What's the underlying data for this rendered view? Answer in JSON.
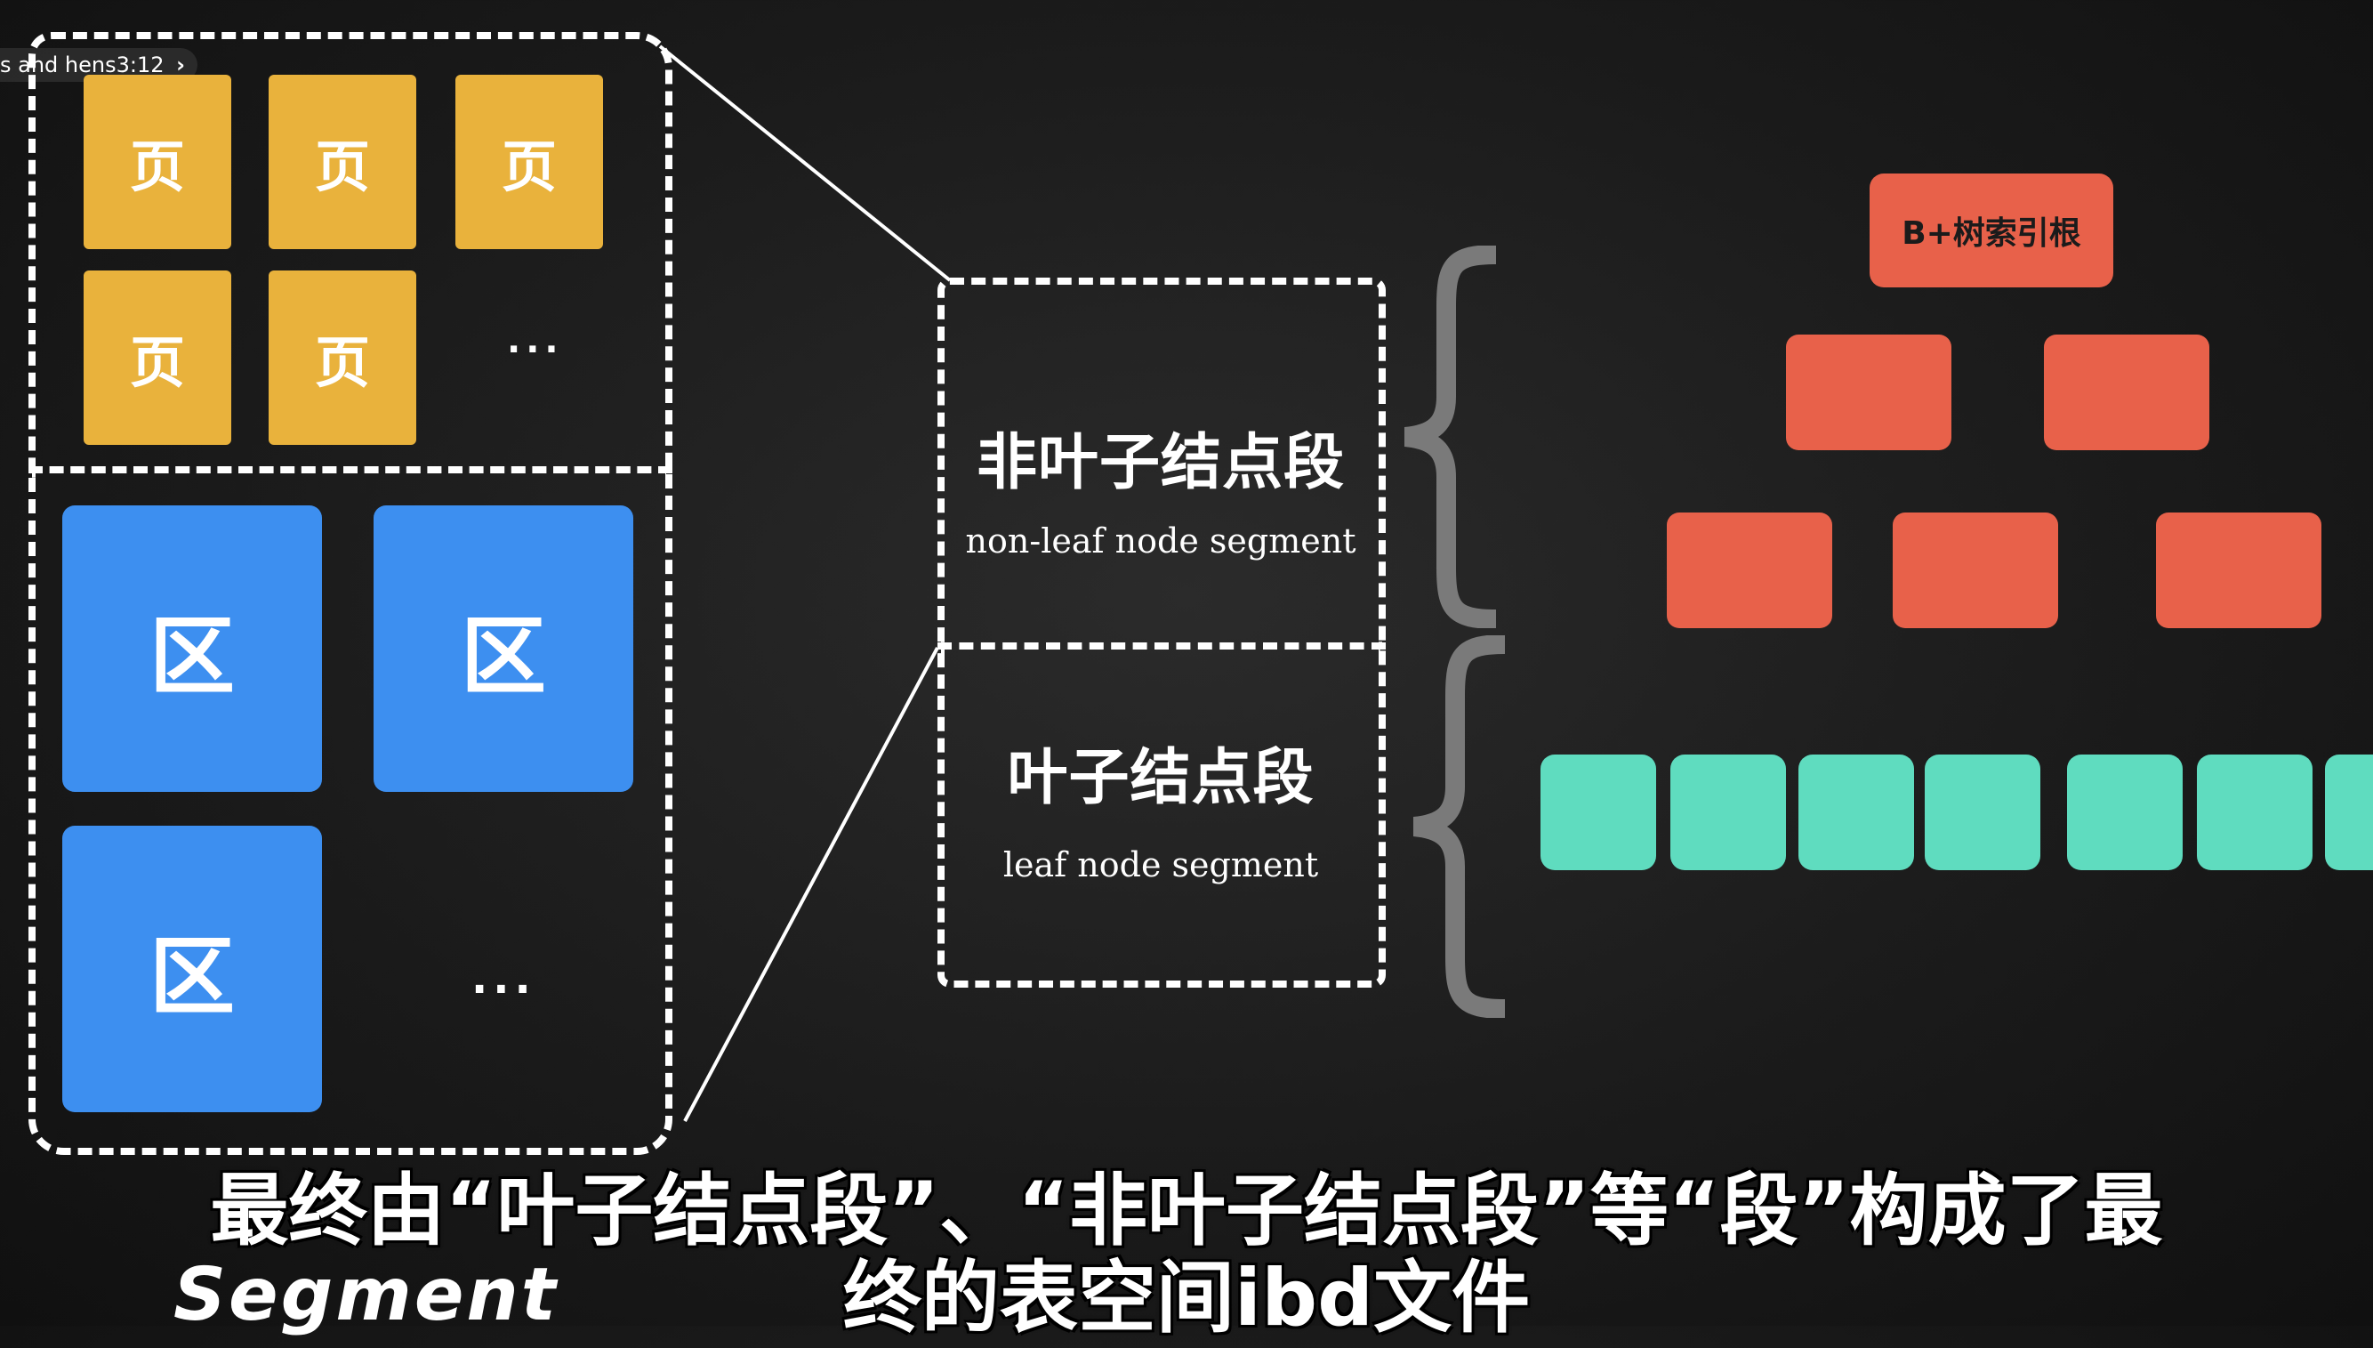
{
  "video_tag": {
    "text": "s and hens3:12",
    "chevron": "chevron-right-icon"
  },
  "pages": {
    "label": "页",
    "more": "..."
  },
  "extents": {
    "label": "区",
    "more": "..."
  },
  "segments": {
    "non_leaf": {
      "title": "非叶子结点段",
      "subtitle": "non-leaf node segment"
    },
    "leaf": {
      "title": "叶子结点段",
      "subtitle": "leaf node segment"
    }
  },
  "tree": {
    "root_label": "B+树索引根"
  },
  "caption": {
    "line1": "最终由“叶子结点段”、“非叶子结点段”等“段”构成了最",
    "line2": "终的表空间ibd文件"
  },
  "segment_word": "Segment",
  "colors": {
    "page": "#e9b23c",
    "extent": "#3d8ff0",
    "tree_node": "#e8614a",
    "leaf_node": "#5fdcbf",
    "brace": "#7a7a7a"
  }
}
